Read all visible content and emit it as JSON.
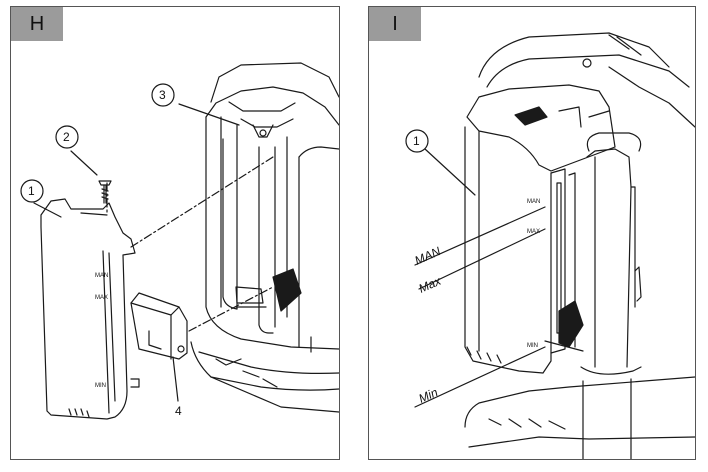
{
  "panels": [
    {
      "letter": "H",
      "callouts": {
        "part1": "1",
        "part2": "2",
        "part3": "3",
        "part4": "4"
      },
      "cover_marks": [
        "MAN",
        "MAX",
        "MIN"
      ]
    },
    {
      "letter": "I",
      "callouts": {
        "part1": "1"
      },
      "level_marks": [
        "MAN",
        "MAX",
        "MIN"
      ],
      "labels": [
        "MAN",
        "Max",
        "Min"
      ]
    }
  ],
  "colors": {
    "line": "#1a1a1a",
    "tag_bg": "#9b9b9b",
    "frame": "#555555"
  }
}
